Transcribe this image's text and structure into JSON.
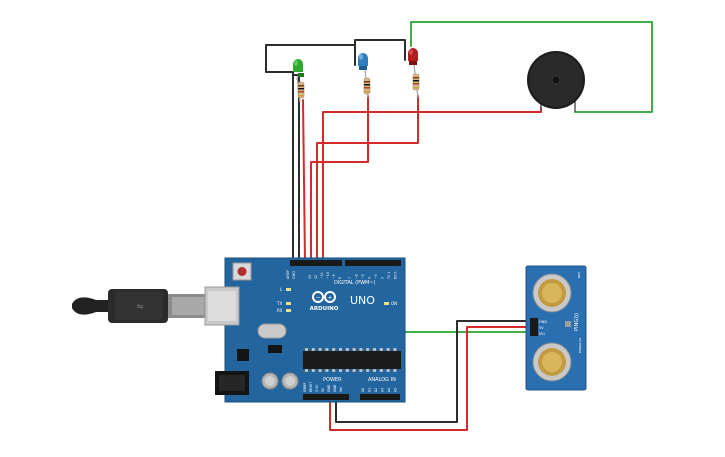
{
  "board": {
    "logo_text": "ARDUINO",
    "model_text": "UNO",
    "digital_label": "DIGITAL (PWM~)",
    "power_label": "POWER",
    "analog_label": "ANALOG IN",
    "on_label": "ON",
    "l_label": "L",
    "tx_label": "TX",
    "rx_label": "RX",
    "aref_label": "AREF",
    "gnd_label": "GND",
    "digital_pins_high": [
      "13",
      "12",
      "~11",
      "~10",
      "~9",
      "8"
    ],
    "digital_pins_low": [
      "7",
      "~6",
      "~5",
      "4",
      "~3",
      "2",
      "TX 1",
      "RX 0"
    ],
    "power_pins": [
      "IOREF",
      "RESET",
      "3.3V",
      "5V",
      "GND",
      "GND",
      "Vin"
    ],
    "analog_pins": [
      "A0",
      "A1",
      "A2",
      "A3",
      "A4",
      "A5"
    ]
  },
  "sensor": {
    "model_label": "PING)))",
    "brand_label": "PARALLAX",
    "pins": [
      "GND",
      "5V",
      "SIG"
    ],
    "rev_label": "REV"
  },
  "colors": {
    "wire_red": "#d42a2a",
    "wire_black": "#2d2d2d",
    "wire_green": "#3fae45",
    "board_blue": "#23659e",
    "led_green": "#2ea82e",
    "led_blue": "#2f7fc1",
    "led_red": "#b01e1e",
    "sensor_blue": "#2a6fb0"
  }
}
